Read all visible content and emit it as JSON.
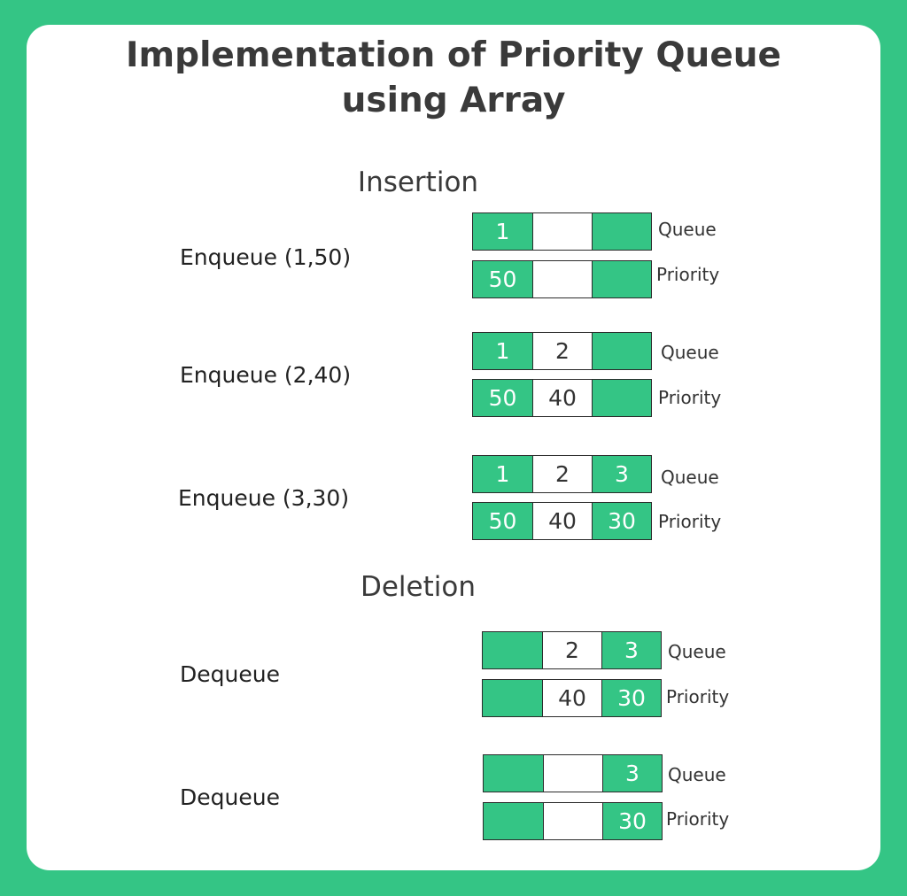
{
  "title": {
    "line1": "Implementation of Priority Queue",
    "line2": "using Array"
  },
  "sections": {
    "insertion": "Insertion",
    "deletion": "Deletion"
  },
  "labels": {
    "queue": "Queue",
    "priority": "Priority"
  },
  "colors": {
    "filled": "#34c585",
    "empty": "#ffffff",
    "background": "#34c585"
  },
  "steps": [
    {
      "op": "Enqueue (1,50)",
      "queue": [
        "1",
        "",
        ""
      ],
      "priority": [
        "50",
        "",
        ""
      ],
      "filled": [
        true,
        false,
        true
      ]
    },
    {
      "op": "Enqueue (2,40)",
      "queue": [
        "1",
        "2",
        ""
      ],
      "priority": [
        "50",
        "40",
        ""
      ],
      "filled": [
        true,
        false,
        true
      ]
    },
    {
      "op": "Enqueue (3,30)",
      "queue": [
        "1",
        "2",
        "3"
      ],
      "priority": [
        "50",
        "40",
        "30"
      ],
      "filled": [
        true,
        false,
        true
      ]
    },
    {
      "op": "Dequeue",
      "queue": [
        "",
        "2",
        "3"
      ],
      "priority": [
        "",
        "40",
        "30"
      ],
      "filled": [
        true,
        false,
        true
      ]
    },
    {
      "op": "Dequeue",
      "queue": [
        "",
        "",
        "3"
      ],
      "priority": [
        "",
        "",
        "30"
      ],
      "filled": [
        true,
        false,
        true
      ]
    }
  ]
}
